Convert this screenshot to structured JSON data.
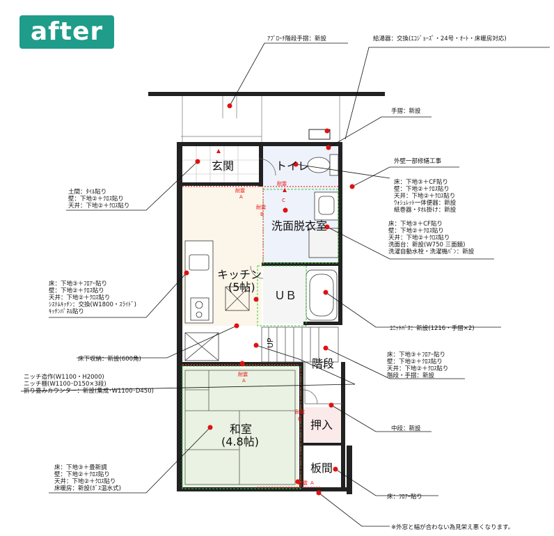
{
  "badge": {
    "label": "after",
    "color": "#1f9c8a"
  },
  "rooms": {
    "genkan": "玄関",
    "toilet": "トイレ",
    "senmen": "洗面脱衣室",
    "kitchen_1": "キッチン",
    "kitchen_2": "(5帖)",
    "ub": "ＵＢ",
    "washitsu_1": "和室",
    "washitsu_2": "(4.8帖)",
    "oshiire": "押入",
    "itama": "板間",
    "kaidan": "階段",
    "up": "UP"
  },
  "small_labels": {
    "daiwa_a1": "耐震",
    "daiwa_a1b": "A",
    "daiwa_c": "耐震",
    "daiwa_c2": "C",
    "daiwa_b": "耐震",
    "daiwa_b2": "B",
    "daiwa_a2": "耐震",
    "daiwa_a2b": "A",
    "daiwa_a3": "耐震",
    "daiwa_a3b": "A",
    "daiwa_b3": "耐震",
    "daiwa_b3b": "B"
  },
  "notes": {
    "approach": "ｱﾌﾟﾛｰﾁ階段手摺：新設",
    "kyutoki": "給湯器：交換(ｴｺｼﾞｮｰｽﾞ・24号・ｵｰﾄ・床暖房対応)",
    "tesuri": "手摺：新設",
    "gaiheki": "外壁一部修繕工事",
    "toilet": [
      "床：下地③＋CF貼り",
      "壁：下地②＋ｸﾛｽ貼り",
      "天井：下地②＋ｸﾛｽ貼り",
      "ｳｫｼｭﾚｯﾄ一体便器：新設",
      "紙巻器・ﾀｵﾙ掛け：新設"
    ],
    "genkan": [
      "土間：ﾀｲﾙ貼り",
      "壁：下地②＋ｸﾛｽ貼り",
      "天井：下地②＋ｸﾛｽ貼り"
    ],
    "senmen": [
      "床：下地③＋CF貼り",
      "壁：下地②＋ｸﾛｽ貼り",
      "天井：下地②＋ｸﾛｽ貼り",
      "洗面台：新設(W750 三面鏡)",
      "洗濯自動水栓・洗濯機ﾊﾟﾝ：新設"
    ],
    "kitchen": [
      "床：下地③＋ﾌﾛｱｰ貼り",
      "壁：下地②＋ｸﾛｽ貼り",
      "天井：下地②＋ｸﾛｽ貼り",
      "ｼｽﾃﾑｷｯﾁﾝ：交換(W1800・ｽﾗｲﾄﾞ)",
      "ｷｯﾁﾝﾊﾟﾈﾙ貼り"
    ],
    "unitbath": "ﾕﾆｯﾄﾊﾞｽ：新設(1216・手摺×2)",
    "yukashita": "床下収納：新設(600角)",
    "kaidan": [
      "床：下地③＋ﾌﾛｱｰ貼り",
      "壁：下地②＋ｸﾛｽ貼り",
      "天井：下地②＋ｸﾛｽ貼り",
      "階段・手摺：新設"
    ],
    "niche": [
      "ニッチ造作(W1100・H2000)",
      "ニッチ棚(W1100･D150×3段)",
      "折り畳みカウンター：新設(集成･W1100･D450)"
    ],
    "nakadan": "中段：新設",
    "washitsu": [
      "床：下地③＋畳新調",
      "壁：下地②＋ｸﾛｽ貼り",
      "天井：下地②＋ｸﾛｽ貼り",
      "床暖房：新設(ｶﾞｽ温水式)"
    ],
    "itama": "床：ﾌﾛｱｰ貼り",
    "footnote": "※外窓と幅が合わない為見栄え悪くなります。"
  },
  "colors": {
    "accent_red": "#e11111",
    "wall": "#222222",
    "tile_floor": "#eef2fb",
    "kitchen_floor": "#fcf6ea",
    "tatami": "#eaf3e3",
    "green_line": "#33cc33",
    "red_dash": "#ee3333"
  }
}
